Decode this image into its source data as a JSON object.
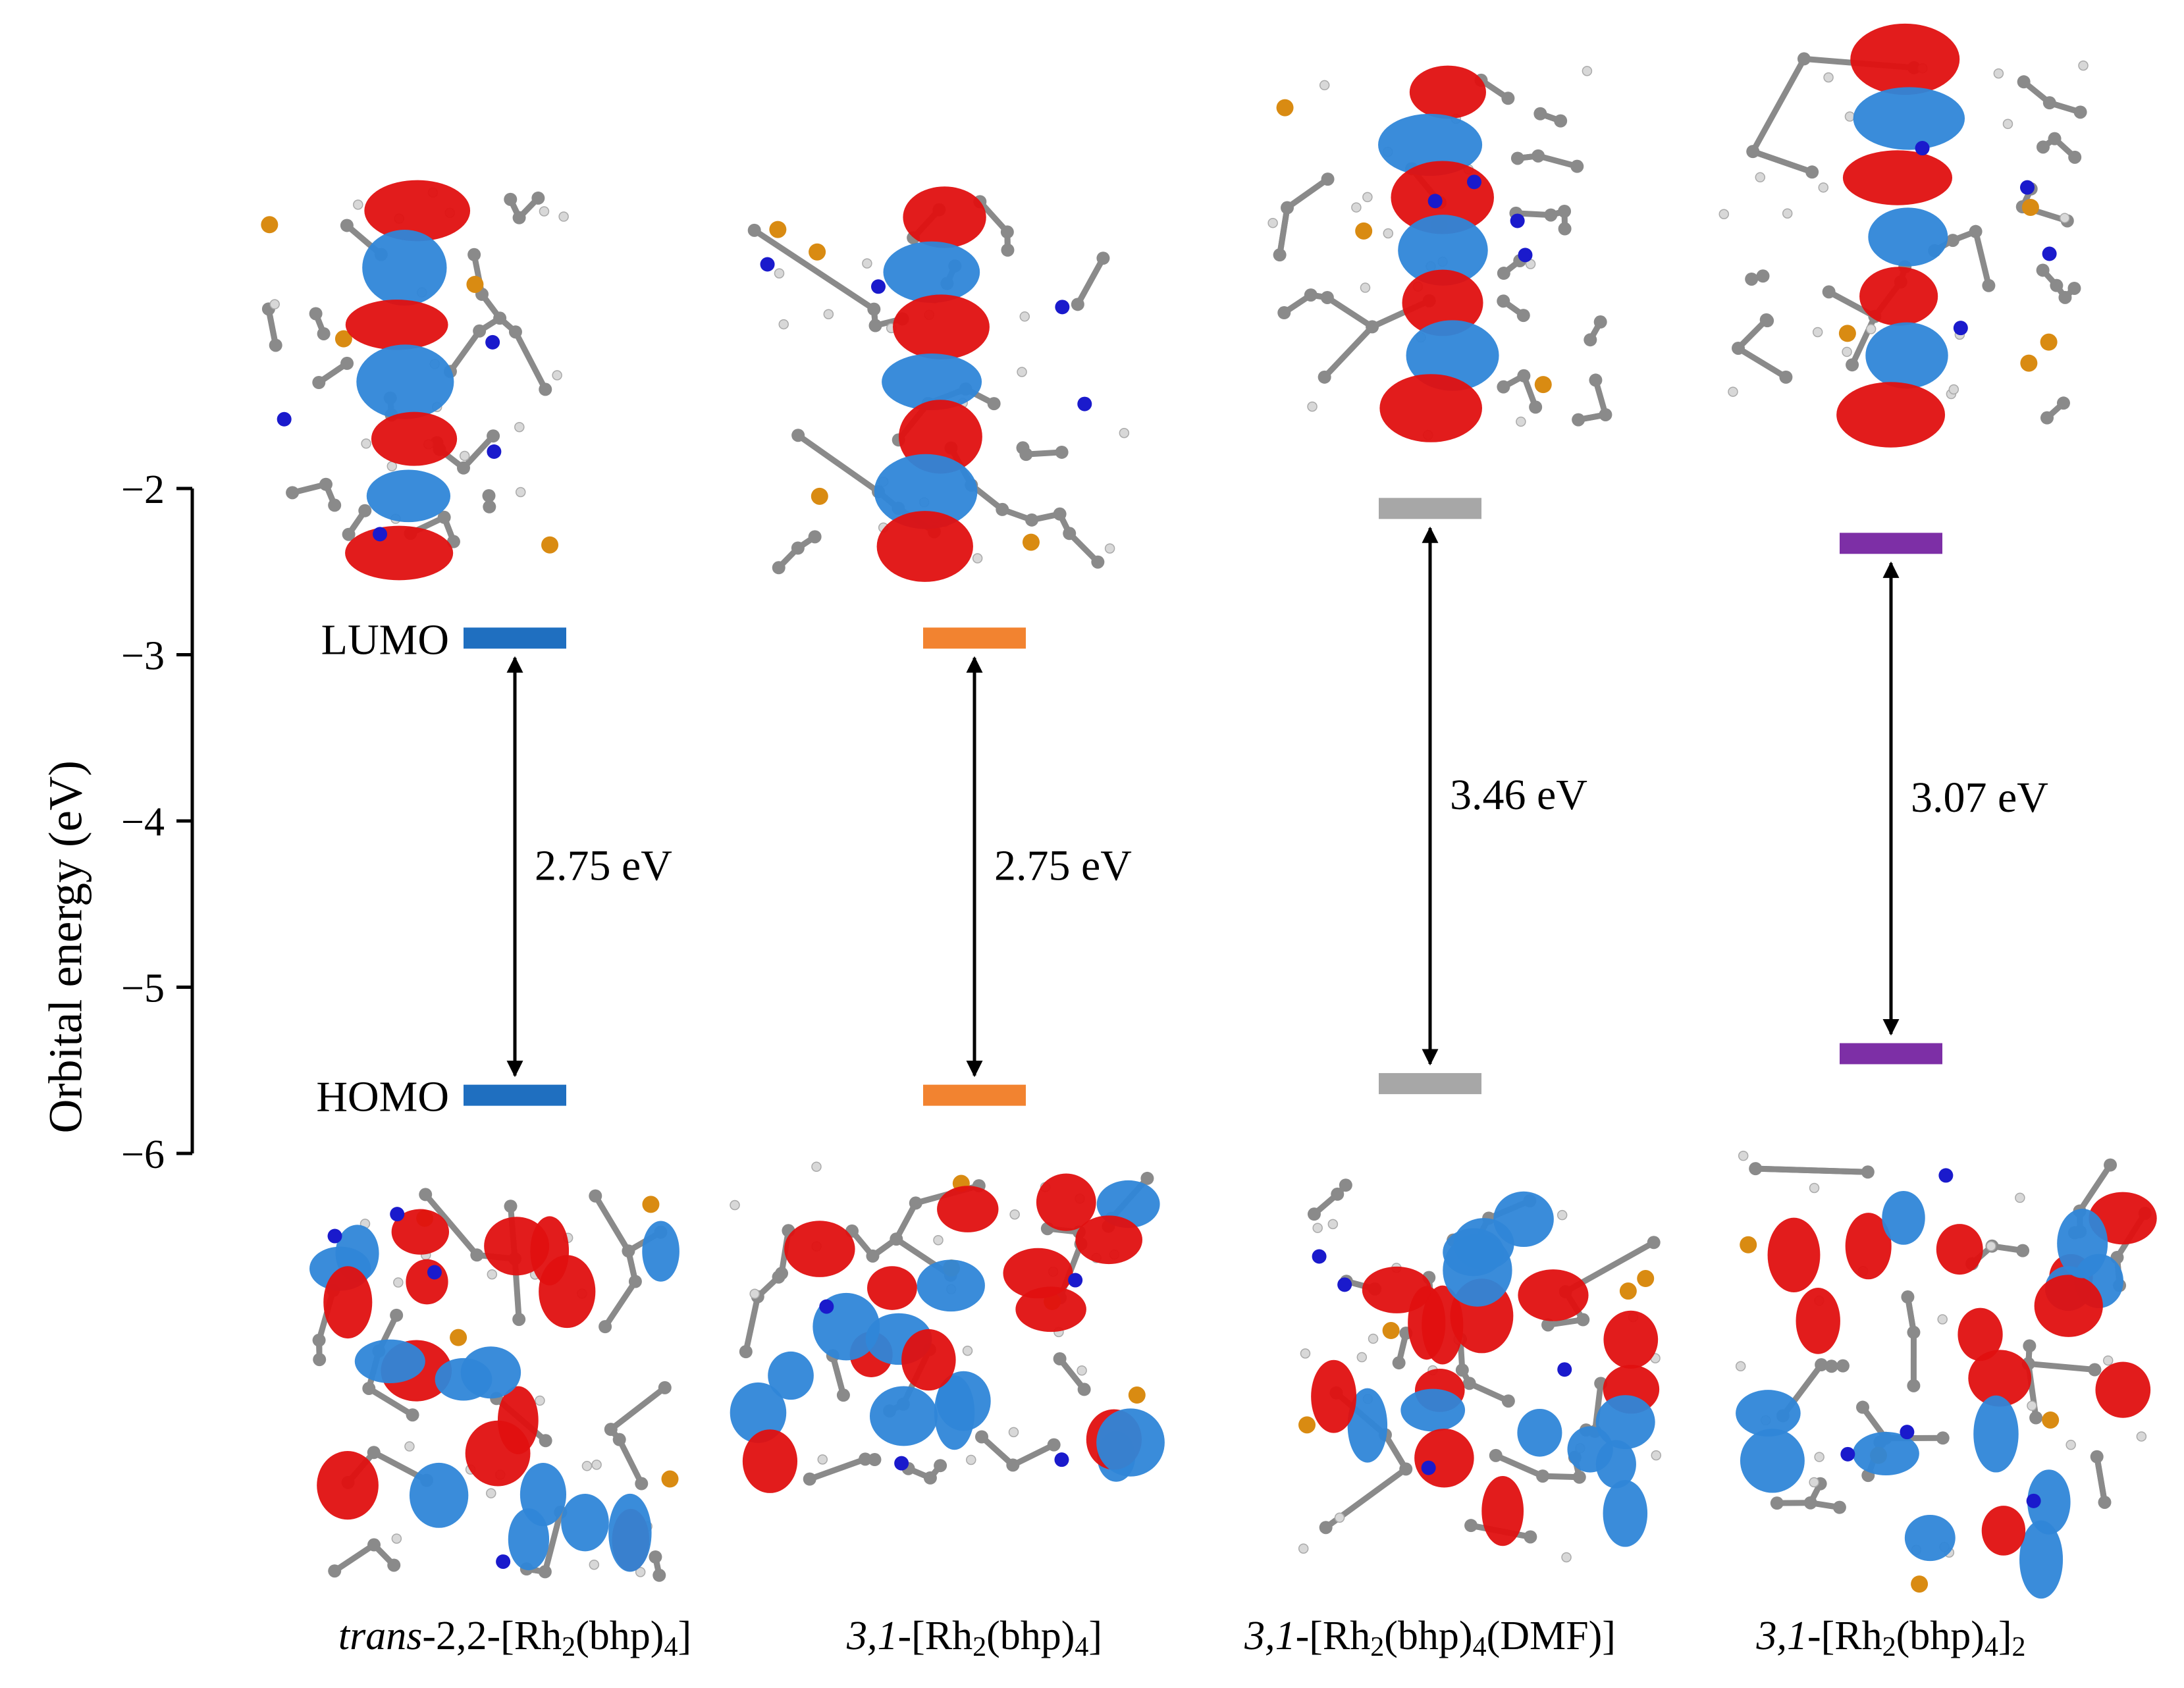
{
  "chart_data": {
    "type": "energy-level-diagram",
    "ylabel": "Orbital energy (eV)",
    "ylim": [
      -6,
      -2
    ],
    "yticks": [
      -2,
      -3,
      -4,
      -5,
      -6
    ],
    "ytick_labels": [
      "−2",
      "−3",
      "−4",
      "−5",
      "−6"
    ],
    "level_labels": {
      "lumo": "LUMO",
      "homo": "HOMO"
    },
    "systems": [
      {
        "name_parts": [
          [
            "trans",
            "i"
          ],
          [
            "-2,2-[Rh",
            ""
          ],
          [
            "2",
            "sub"
          ],
          [
            "(bhp)",
            ""
          ],
          [
            "4",
            "sub"
          ],
          [
            "]",
            ""
          ]
        ],
        "lumo": -2.9,
        "homo": -5.65,
        "gap": 2.75,
        "gap_label": "2.75 eV",
        "color": "#1f6fc0"
      },
      {
        "name_parts": [
          [
            "3,1",
            "i"
          ],
          [
            "-[Rh",
            ""
          ],
          [
            "2",
            "sub"
          ],
          [
            "(bhp)",
            ""
          ],
          [
            "4",
            "sub"
          ],
          [
            "]",
            ""
          ]
        ],
        "lumo": -2.9,
        "homo": -5.65,
        "gap": 2.75,
        "gap_label": "2.75 eV",
        "color": "#f28330"
      },
      {
        "name_parts": [
          [
            "3,1",
            "i"
          ],
          [
            "-[Rh",
            ""
          ],
          [
            "2",
            "sub"
          ],
          [
            "(bhp)",
            ""
          ],
          [
            "4",
            "sub"
          ],
          [
            "(DMF)]",
            ""
          ]
        ],
        "lumo": -2.12,
        "homo": -5.58,
        "gap": 3.46,
        "gap_label": "3.46 eV",
        "color": "#a7a7a7"
      },
      {
        "name_parts": [
          [
            "3,1",
            "i"
          ],
          [
            "-[Rh",
            ""
          ],
          [
            "2",
            "sub"
          ],
          [
            "(bhp)",
            ""
          ],
          [
            "4",
            "sub"
          ],
          [
            "]",
            ""
          ],
          [
            "2",
            "sub"
          ]
        ],
        "lumo": -2.33,
        "homo": -5.4,
        "gap": 3.07,
        "gap_label": "3.07 eV",
        "color": "#7d2fa6"
      }
    ]
  },
  "molecule_colors": {
    "positive_lobe": "#e01010",
    "negative_lobe": "#2f86d8",
    "carbon": "#8a8a8a",
    "hydrogen": "#d8d8d8",
    "nitrogen": "#1a1acc",
    "bromine": "#d98b12"
  }
}
